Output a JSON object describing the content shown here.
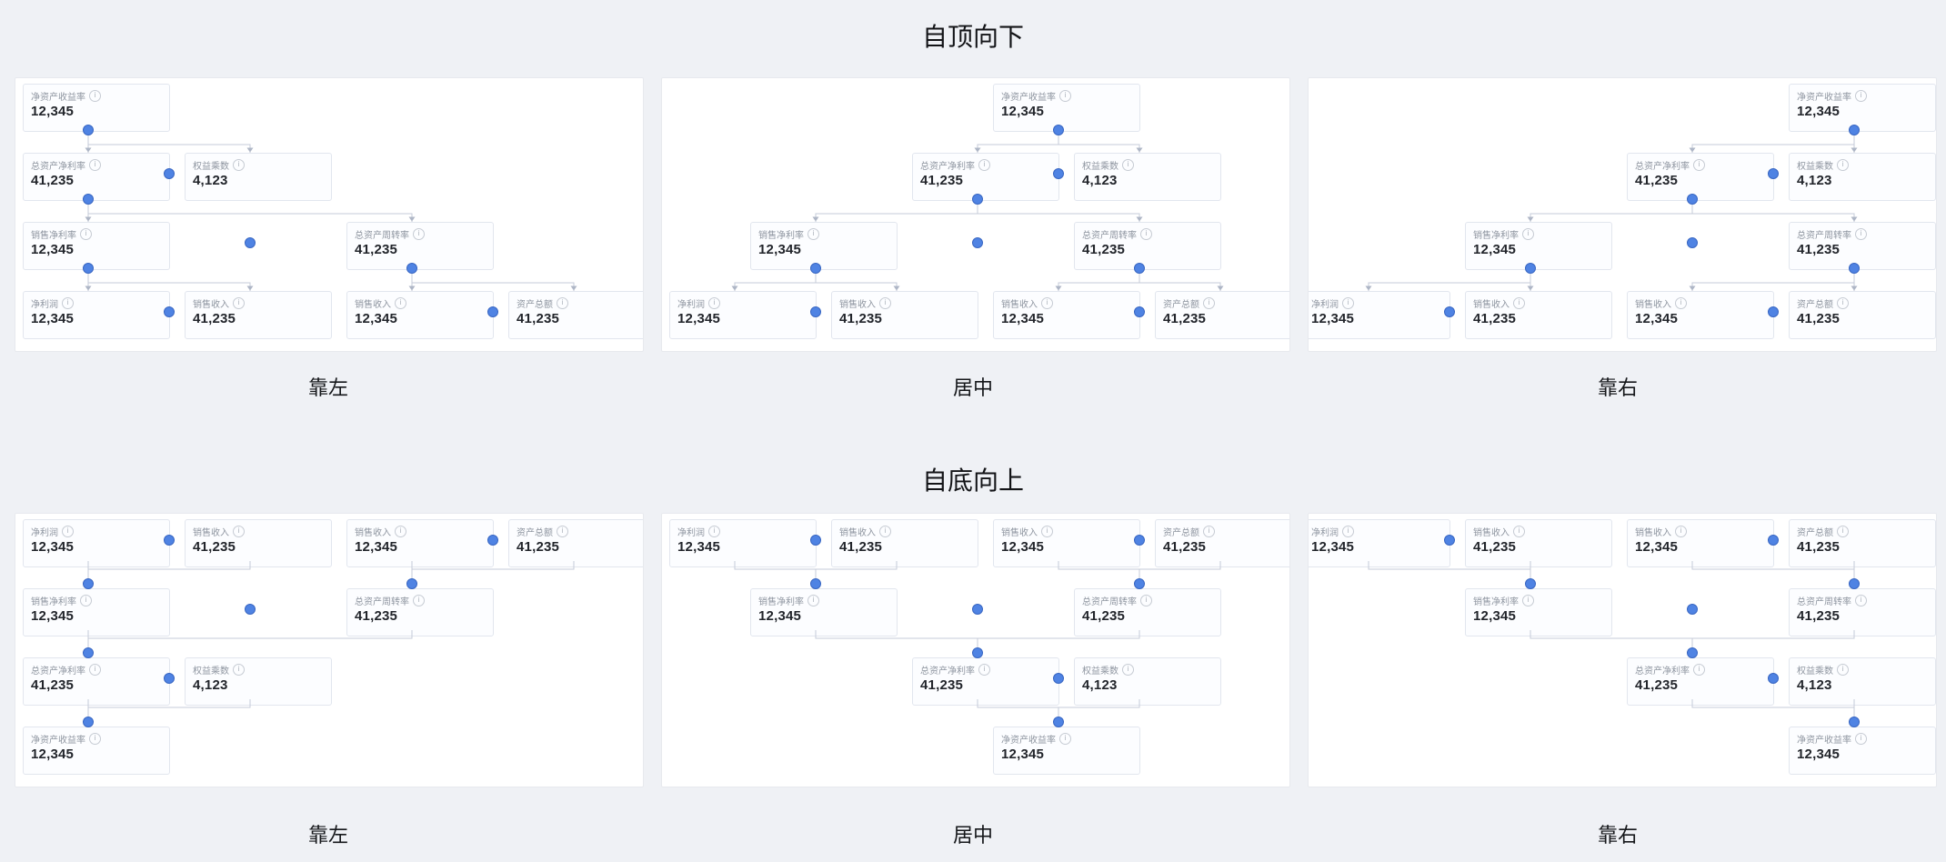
{
  "sections": [
    {
      "title": "自顶向下",
      "direction": "top-down",
      "charts": [
        {
          "caption": "靠左",
          "align": "left"
        },
        {
          "caption": "居中",
          "align": "center"
        },
        {
          "caption": "靠右",
          "align": "right"
        }
      ]
    },
    {
      "title": "自底向上",
      "direction": "bottom-up",
      "charts": [
        {
          "caption": "靠左",
          "align": "left"
        },
        {
          "caption": "居中",
          "align": "center"
        },
        {
          "caption": "靠右",
          "align": "right"
        }
      ]
    }
  ],
  "chart_data": {
    "type": "tree",
    "nodes": [
      {
        "id": "roe",
        "label": "净资产收益率",
        "value": "12,345"
      },
      {
        "id": "roa",
        "label": "总资产净利率",
        "value": "41,235"
      },
      {
        "id": "em",
        "label": "权益乘数",
        "value": "4,123"
      },
      {
        "id": "npm",
        "label": "销售净利率",
        "value": "12,345"
      },
      {
        "id": "tat",
        "label": "总资产周转率",
        "value": "41,235"
      },
      {
        "id": "np",
        "label": "净利润",
        "value": "12,345"
      },
      {
        "id": "rev1",
        "label": "销售收入",
        "value": "41,235"
      },
      {
        "id": "rev2",
        "label": "销售收入",
        "value": "12,345"
      },
      {
        "id": "ta",
        "label": "资产总额",
        "value": "41,235"
      }
    ],
    "edges": [
      {
        "from": "roe",
        "to": "roa"
      },
      {
        "from": "roe",
        "to": "em"
      },
      {
        "from": "roa",
        "to": "npm"
      },
      {
        "from": "roa",
        "to": "tat"
      },
      {
        "from": "npm",
        "to": "np"
      },
      {
        "from": "npm",
        "to": "rev1"
      },
      {
        "from": "tat",
        "to": "rev2"
      },
      {
        "from": "tat",
        "to": "ta"
      }
    ]
  },
  "colors": {
    "page_background": "#eff1f5",
    "panel_background": "#ffffff",
    "marker_blue": "#4f83e3",
    "marker_stroke": "#3866c2",
    "edge_gray": "#c5cbd8",
    "arrow_gray": "#aeb6c6"
  }
}
